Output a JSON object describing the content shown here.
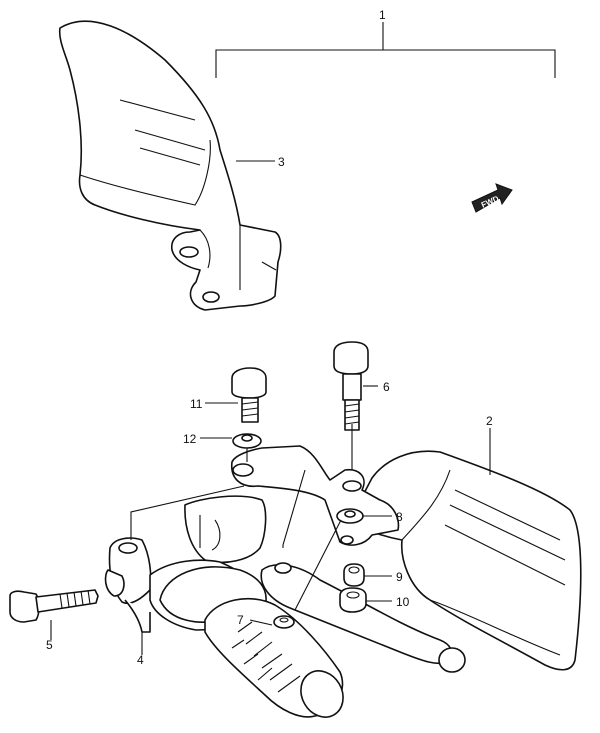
{
  "callouts": [
    {
      "id": "1",
      "label": "1"
    },
    {
      "id": "2",
      "label": "2"
    },
    {
      "id": "3",
      "label": "3"
    },
    {
      "id": "4",
      "label": "4"
    },
    {
      "id": "5",
      "label": "5"
    },
    {
      "id": "6",
      "label": "6"
    },
    {
      "id": "7",
      "label": "7"
    },
    {
      "id": "8",
      "label": "8"
    },
    {
      "id": "9",
      "label": "9"
    },
    {
      "id": "10",
      "label": "10"
    },
    {
      "id": "11",
      "label": "11"
    },
    {
      "id": "12",
      "label": "12"
    }
  ],
  "fwd_badge": {
    "label": "FWD"
  }
}
